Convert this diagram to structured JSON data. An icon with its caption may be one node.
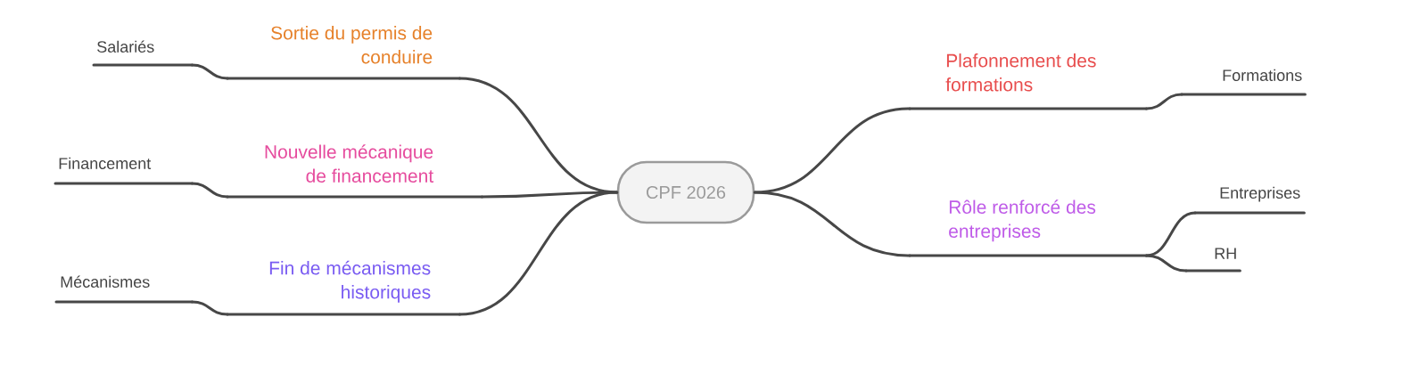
{
  "diagram": {
    "nodes": [
      {
        "text": [
          "CPF 2026"
        ]
      },
      {
        "text": [
          "Sortie du permis de conduire"
        ]
      },
      {
        "text": [
          "Salariés"
        ]
      },
      {
        "text": [
          "Nouvelle mécanique de financement"
        ]
      },
      {
        "text": [
          "Financement"
        ]
      },
      {
        "text": [
          "Fin de mécanismes historiques"
        ]
      },
      {
        "text": [
          "Mécanismes"
        ]
      },
      {
        "text": [
          "Plafonnement des formations"
        ]
      },
      {
        "text": [
          "Formations"
        ]
      },
      {
        "text": [
          "Rôle renforcé des entreprises"
        ]
      },
      {
        "text": [
          "Entreprises"
        ]
      },
      {
        "text": [
          "RH"
        ]
      }
    ],
    "edges": [
      {
        "from": 0,
        "to": 1,
        "arrow": "none"
      },
      {
        "from": 1,
        "to": 2,
        "arrow": "none"
      },
      {
        "from": 0,
        "to": 3,
        "arrow": "none"
      },
      {
        "from": 3,
        "to": 4,
        "arrow": "none"
      },
      {
        "from": 0,
        "to": 5,
        "arrow": "none"
      },
      {
        "from": 5,
        "to": 6,
        "arrow": "none"
      },
      {
        "from": 0,
        "to": 7,
        "arrow": "none"
      },
      {
        "from": 7,
        "to": 8,
        "arrow": "none"
      },
      {
        "from": 0,
        "to": 9,
        "arrow": "none"
      },
      {
        "from": 9,
        "to": 10,
        "arrow": "none"
      },
      {
        "from": 9,
        "to": 11,
        "arrow": "none"
      }
    ]
  }
}
